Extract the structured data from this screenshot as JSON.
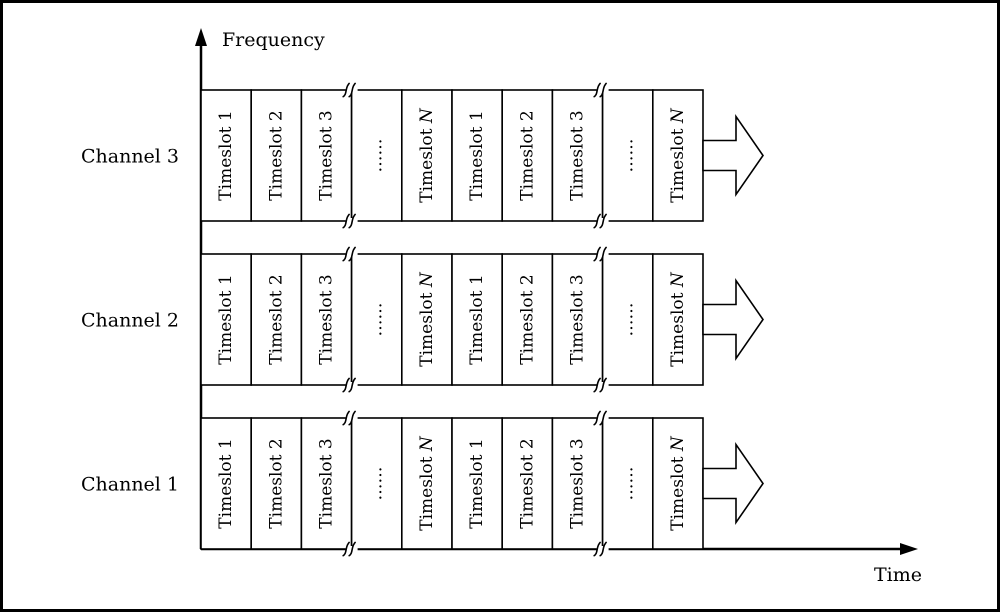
{
  "axes": {
    "y_label": "Frequency",
    "x_label": "Time"
  },
  "channels": [
    {
      "label": "Channel 3"
    },
    {
      "label": "Channel 2"
    },
    {
      "label": "Channel 1"
    }
  ],
  "slots": [
    {
      "text": "Timeslot ",
      "var": "1",
      "italic": false
    },
    {
      "text": "Timeslot ",
      "var": "2",
      "italic": false
    },
    {
      "text": "Timeslot ",
      "var": "3",
      "italic": false
    },
    {
      "text": "……",
      "var": "",
      "italic": false
    },
    {
      "text": "Timeslot ",
      "var": "N",
      "italic": true
    },
    {
      "text": "Timeslot ",
      "var": "1",
      "italic": false
    },
    {
      "text": "Timeslot ",
      "var": "2",
      "italic": false
    },
    {
      "text": "Timeslot ",
      "var": "3",
      "italic": false
    },
    {
      "text": "……",
      "var": "",
      "italic": false
    },
    {
      "text": "Timeslot ",
      "var": "N",
      "italic": true
    }
  ],
  "colors": {
    "stroke": "#000000",
    "background": "#ffffff"
  }
}
